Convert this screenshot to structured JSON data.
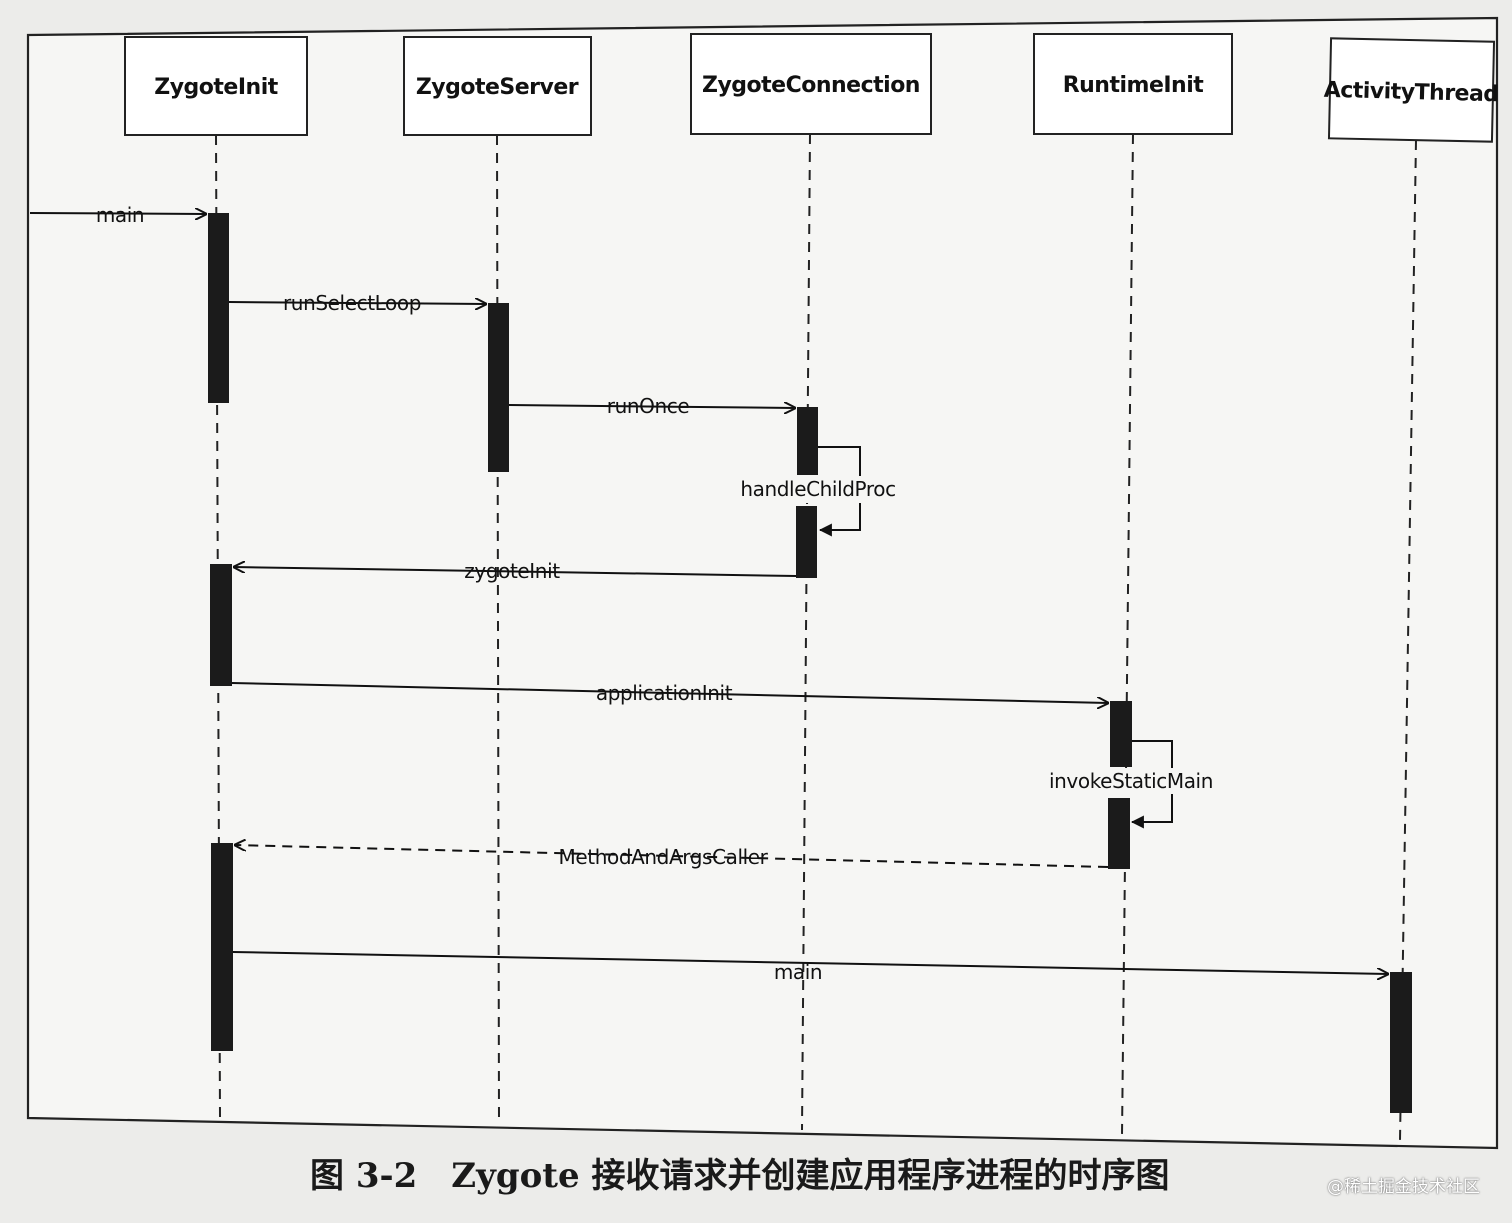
{
  "diagram": {
    "type": "sequence",
    "lifelines": [
      {
        "name": "ZygoteInit"
      },
      {
        "name": "ZygoteServer"
      },
      {
        "name": "ZygoteConnection"
      },
      {
        "name": "RuntimeInit"
      },
      {
        "name": "ActivityThread"
      }
    ],
    "messages": [
      {
        "label": "main",
        "from": "external",
        "to": "ZygoteInit",
        "style": "solid"
      },
      {
        "label": "runSelectLoop",
        "from": "ZygoteInit",
        "to": "ZygoteServer",
        "style": "solid"
      },
      {
        "label": "runOnce",
        "from": "ZygoteServer",
        "to": "ZygoteConnection",
        "style": "solid"
      },
      {
        "label": "handleChildProc",
        "from": "ZygoteConnection",
        "to": "ZygoteConnection",
        "style": "self"
      },
      {
        "label": "zygoteInit",
        "from": "ZygoteConnection",
        "to": "ZygoteInit",
        "style": "solid"
      },
      {
        "label": "applicationInit",
        "from": "ZygoteInit",
        "to": "RuntimeInit",
        "style": "solid"
      },
      {
        "label": "invokeStaticMain",
        "from": "RuntimeInit",
        "to": "RuntimeInit",
        "style": "self"
      },
      {
        "label": "MethodAndArgsCaller",
        "from": "RuntimeInit",
        "to": "ZygoteInit",
        "style": "dashed"
      },
      {
        "label": "main",
        "from": "ZygoteInit",
        "to": "ActivityThread",
        "style": "solid"
      }
    ]
  },
  "caption": {
    "figure_number": "图 3-2",
    "text": "Zygote 接收请求并创建应用程序进程的时序图"
  },
  "watermark": "@稀土掘金技术社区"
}
